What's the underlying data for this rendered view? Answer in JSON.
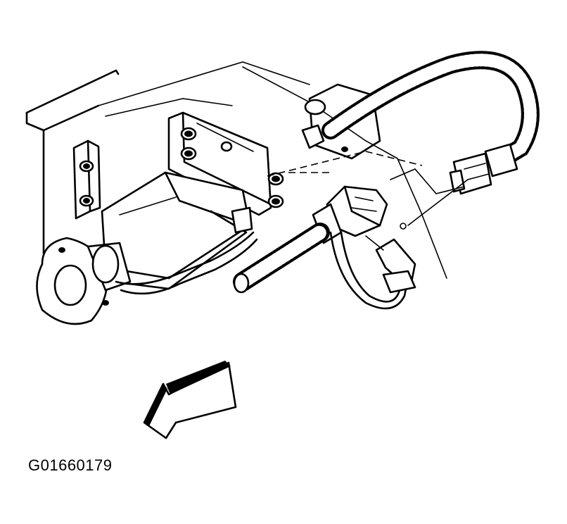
{
  "figure": {
    "code": "G01660179",
    "colors": {
      "line": "#000000",
      "background": "#ffffff"
    },
    "parts": [
      "bracket-plate",
      "mounting-bolts",
      "sensor-housing",
      "harness-connector",
      "corrugated-conduit",
      "wiring-harness",
      "retaining-clip",
      "direction-arrow"
    ]
  }
}
